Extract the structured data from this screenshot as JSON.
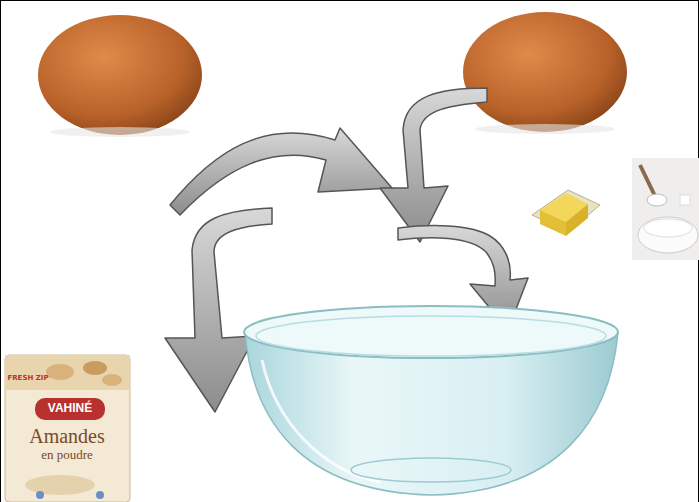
{
  "diagram": {
    "labels": [
      "FRESH ZIP",
      "VAHINÉ",
      "Amandes",
      "en poudre"
    ]
  }
}
